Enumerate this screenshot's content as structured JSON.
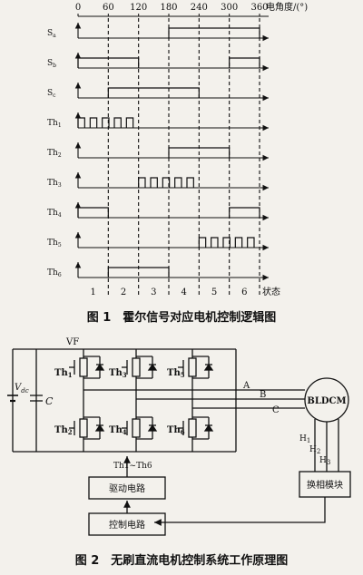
{
  "figure1": {
    "angle_ticks": [
      "0",
      "60",
      "120",
      "180",
      "240",
      "300",
      "360"
    ],
    "angle_axis_label": "电角度/(°)",
    "state_axis_label": "状态",
    "states": [
      "1",
      "2",
      "3",
      "4",
      "5",
      "6"
    ],
    "rows": [
      {
        "label": "Sa",
        "sub": "a",
        "base": "S",
        "kind": "level",
        "high": [
          [
            180,
            360
          ]
        ]
      },
      {
        "label": "Sb",
        "sub": "b",
        "base": "S",
        "kind": "level",
        "high": [
          [
            0,
            120
          ],
          [
            300,
            360
          ]
        ]
      },
      {
        "label": "Sc",
        "sub": "c",
        "base": "S",
        "kind": "level",
        "high": [
          [
            60,
            240
          ]
        ]
      },
      {
        "label": "Th1",
        "sub": "1",
        "base": "Th",
        "kind": "pwm",
        "high": [
          [
            0,
            120
          ]
        ]
      },
      {
        "label": "Th2",
        "sub": "2",
        "base": "Th",
        "kind": "level",
        "high": [
          [
            180,
            300
          ]
        ]
      },
      {
        "label": "Th3",
        "sub": "3",
        "base": "Th",
        "kind": "pwm",
        "high": [
          [
            120,
            240
          ]
        ]
      },
      {
        "label": "Th4",
        "sub": "4",
        "base": "Th",
        "kind": "level",
        "high": [
          [
            0,
            60
          ],
          [
            300,
            360
          ]
        ]
      },
      {
        "label": "Th5",
        "sub": "5",
        "base": "Th",
        "kind": "pwm",
        "high": [
          [
            240,
            360
          ]
        ]
      },
      {
        "label": "Th6",
        "sub": "6",
        "base": "Th",
        "kind": "level",
        "high": [
          [
            60,
            180
          ]
        ]
      }
    ],
    "caption": "图 1　霍尔信号对应电机控制逻辑图"
  },
  "figure2": {
    "vf_label": "VF",
    "vdc_label": "Vdc",
    "cap_label": "C",
    "switch_labels": [
      "Th1",
      "Th3",
      "Th5",
      "Th2",
      "Th4",
      "Th6"
    ],
    "phase_labels": [
      "A",
      "B",
      "C"
    ],
    "motor_label": "BLDCM",
    "hall_labels": [
      "H1",
      "H2",
      "H3"
    ],
    "commutation_module": "换相模块",
    "drive_circuit": "驱动电路",
    "control_circuit": "控制电路",
    "gate_bus_label": "Th1~Th6",
    "caption": "图 2　无刷直流电机控制系统工作原理图"
  }
}
